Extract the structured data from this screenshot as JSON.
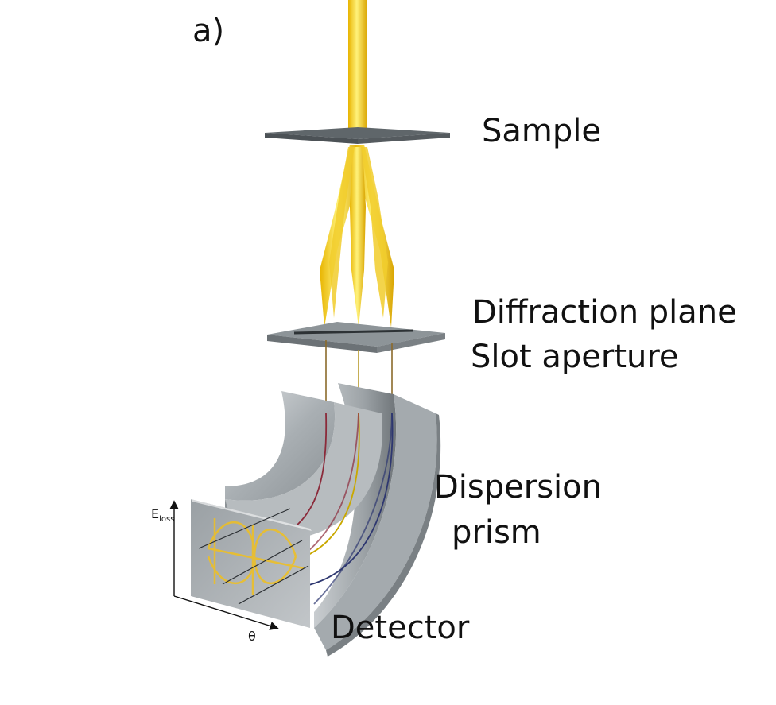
{
  "panel_label": "a)",
  "labels": {
    "sample": "Sample",
    "diffraction_plane": "Diffraction plane",
    "slot_aperture": "Slot aperture",
    "dispersion": "Dispersion",
    "prism": "prism",
    "detector": "Detector"
  },
  "axes": {
    "y_main": "E",
    "y_sub": "loss",
    "x": "θ"
  },
  "colors": {
    "beam": "#f5c518",
    "beam_dark": "#d9a800",
    "plate": "#6e7478",
    "plate_top": "#9aa1a5",
    "prism": "#b9bec2",
    "ray_red": "#8b2a3a",
    "ray_yellow": "#c9a800",
    "ray_blue": "#2e3770"
  }
}
